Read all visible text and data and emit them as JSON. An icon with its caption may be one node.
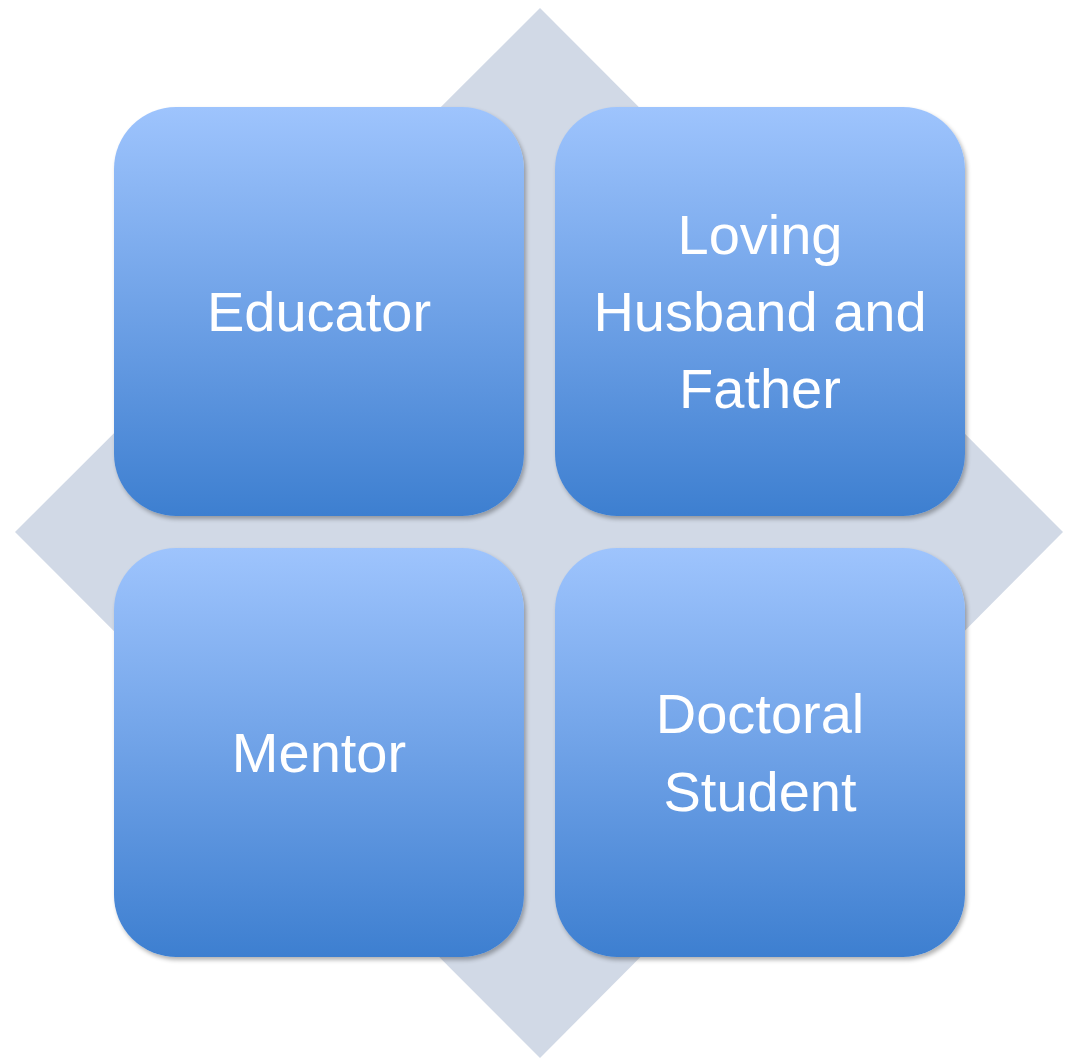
{
  "diagram": {
    "nodes": [
      {
        "text": [
          "Educator"
        ]
      },
      {
        "text": [
          "Loving Husband and Father"
        ]
      },
      {
        "text": [
          "Mentor"
        ]
      },
      {
        "text": [
          "Doctoral Student"
        ]
      }
    ]
  }
}
